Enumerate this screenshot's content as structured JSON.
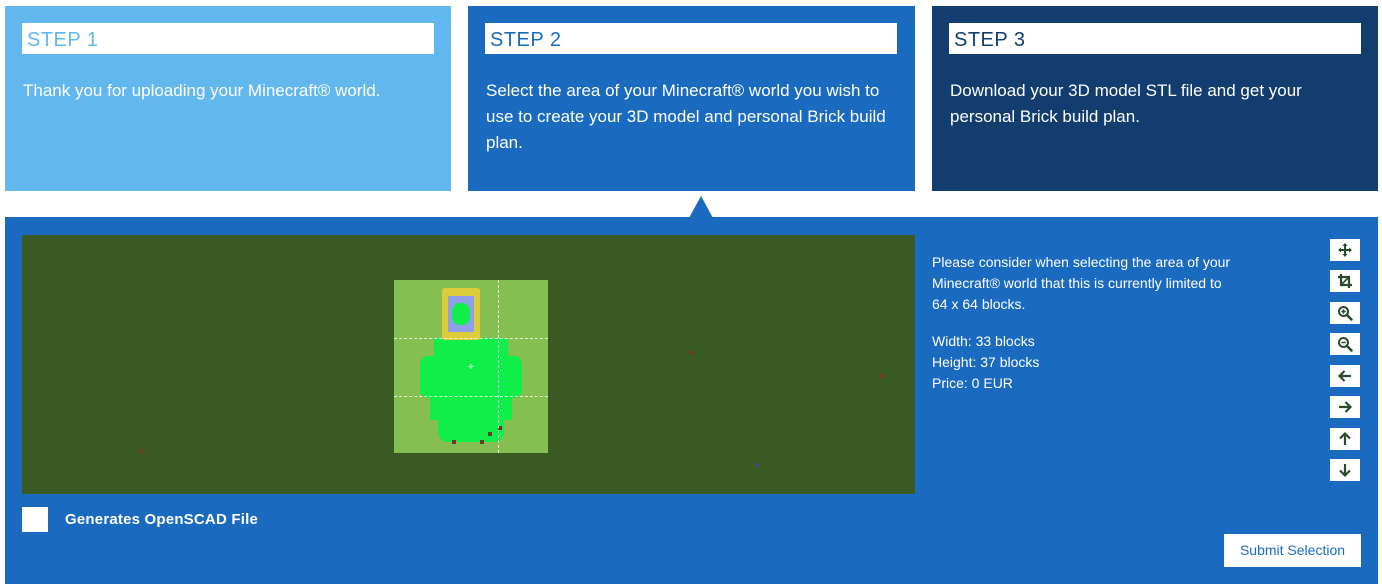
{
  "steps": [
    {
      "title": "STEP 1",
      "text": "Thank you for uploading your Minecraft® world."
    },
    {
      "title": "STEP 2",
      "text": "Select the area of your Minecraft® world you wish to use to create your 3D model and personal Brick build plan."
    },
    {
      "title": "STEP 3",
      "text": "Download your 3D model STL file and get your personal Brick build plan."
    }
  ],
  "info": {
    "notice": "Please consider when selecting the area of your Minecraft® world that this is currently limited to 64 x 64 blocks.",
    "width": "Width: 33 blocks",
    "height": "Height: 37 blocks",
    "price": "Price: 0 EUR"
  },
  "toolbar": {
    "icons": [
      "move-icon",
      "crop-icon",
      "zoom-in-icon",
      "zoom-out-icon",
      "arrow-left-icon",
      "arrow-right-icon",
      "arrow-up-icon",
      "arrow-down-icon"
    ]
  },
  "options": {
    "openscad_label": "Generates OpenSCAD File",
    "openscad_checked": false
  },
  "actions": {
    "submit_label": "Submit Selection"
  },
  "colors": {
    "step1": "#62b8ee",
    "step2": "#1a6bc0",
    "step3": "#123d6e",
    "map_bg": "#3a5a23",
    "selection_bg": "#85bf52",
    "structure": "#10ee4a"
  }
}
